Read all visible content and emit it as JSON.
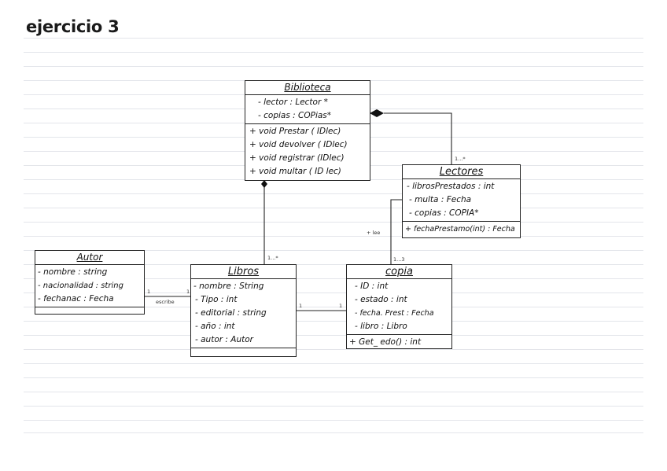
{
  "title": "ejercicio 3",
  "classes": {
    "biblioteca": {
      "name": "Biblioteca",
      "attributes": [
        "- lector : Lector *",
        "- copias : COPias*"
      ],
      "methods": [
        "+ void Prestar ( IDlec)",
        "+ void devolver ( IDlec)",
        "+ void registrar (IDlec)",
        "+ void multar ( ID lec)"
      ]
    },
    "lectores": {
      "name": "Lectores",
      "attributes": [
        "- librosPrestados : int",
        "- multa : Fecha",
        "- copias : COPIA*"
      ],
      "methods": [
        "+ fechaPrestamo(int) : Fecha"
      ]
    },
    "autor": {
      "name": "Autor",
      "attributes": [
        "- nombre : string",
        "- nacionalidad : string",
        "- fechanac : Fecha"
      ],
      "methods": []
    },
    "libros": {
      "name": "Libros",
      "attributes": [
        "- nombre : String",
        "- Tipo : int",
        "- editorial : string",
        "- año : int",
        "- autor : Autor"
      ],
      "methods": []
    },
    "copia": {
      "name": "copia",
      "attributes": [
        "- ID : int",
        "- estado : int",
        "- fecha. Prest : Fecha",
        "- libro : Libro"
      ],
      "methods": [
        "+ Get_ edo() : int"
      ]
    }
  },
  "labels": {
    "bib_lect_mult": "1...*",
    "bib_lib_mult": "1...*",
    "lect_copia_role": "+ lee",
    "lect_copia_mult": "1...3",
    "autor_mult": "1",
    "libros_autor_mult": "1",
    "escribe": "escribe",
    "libros_copia_mult": "1",
    "copia_libros_mult": "1"
  }
}
